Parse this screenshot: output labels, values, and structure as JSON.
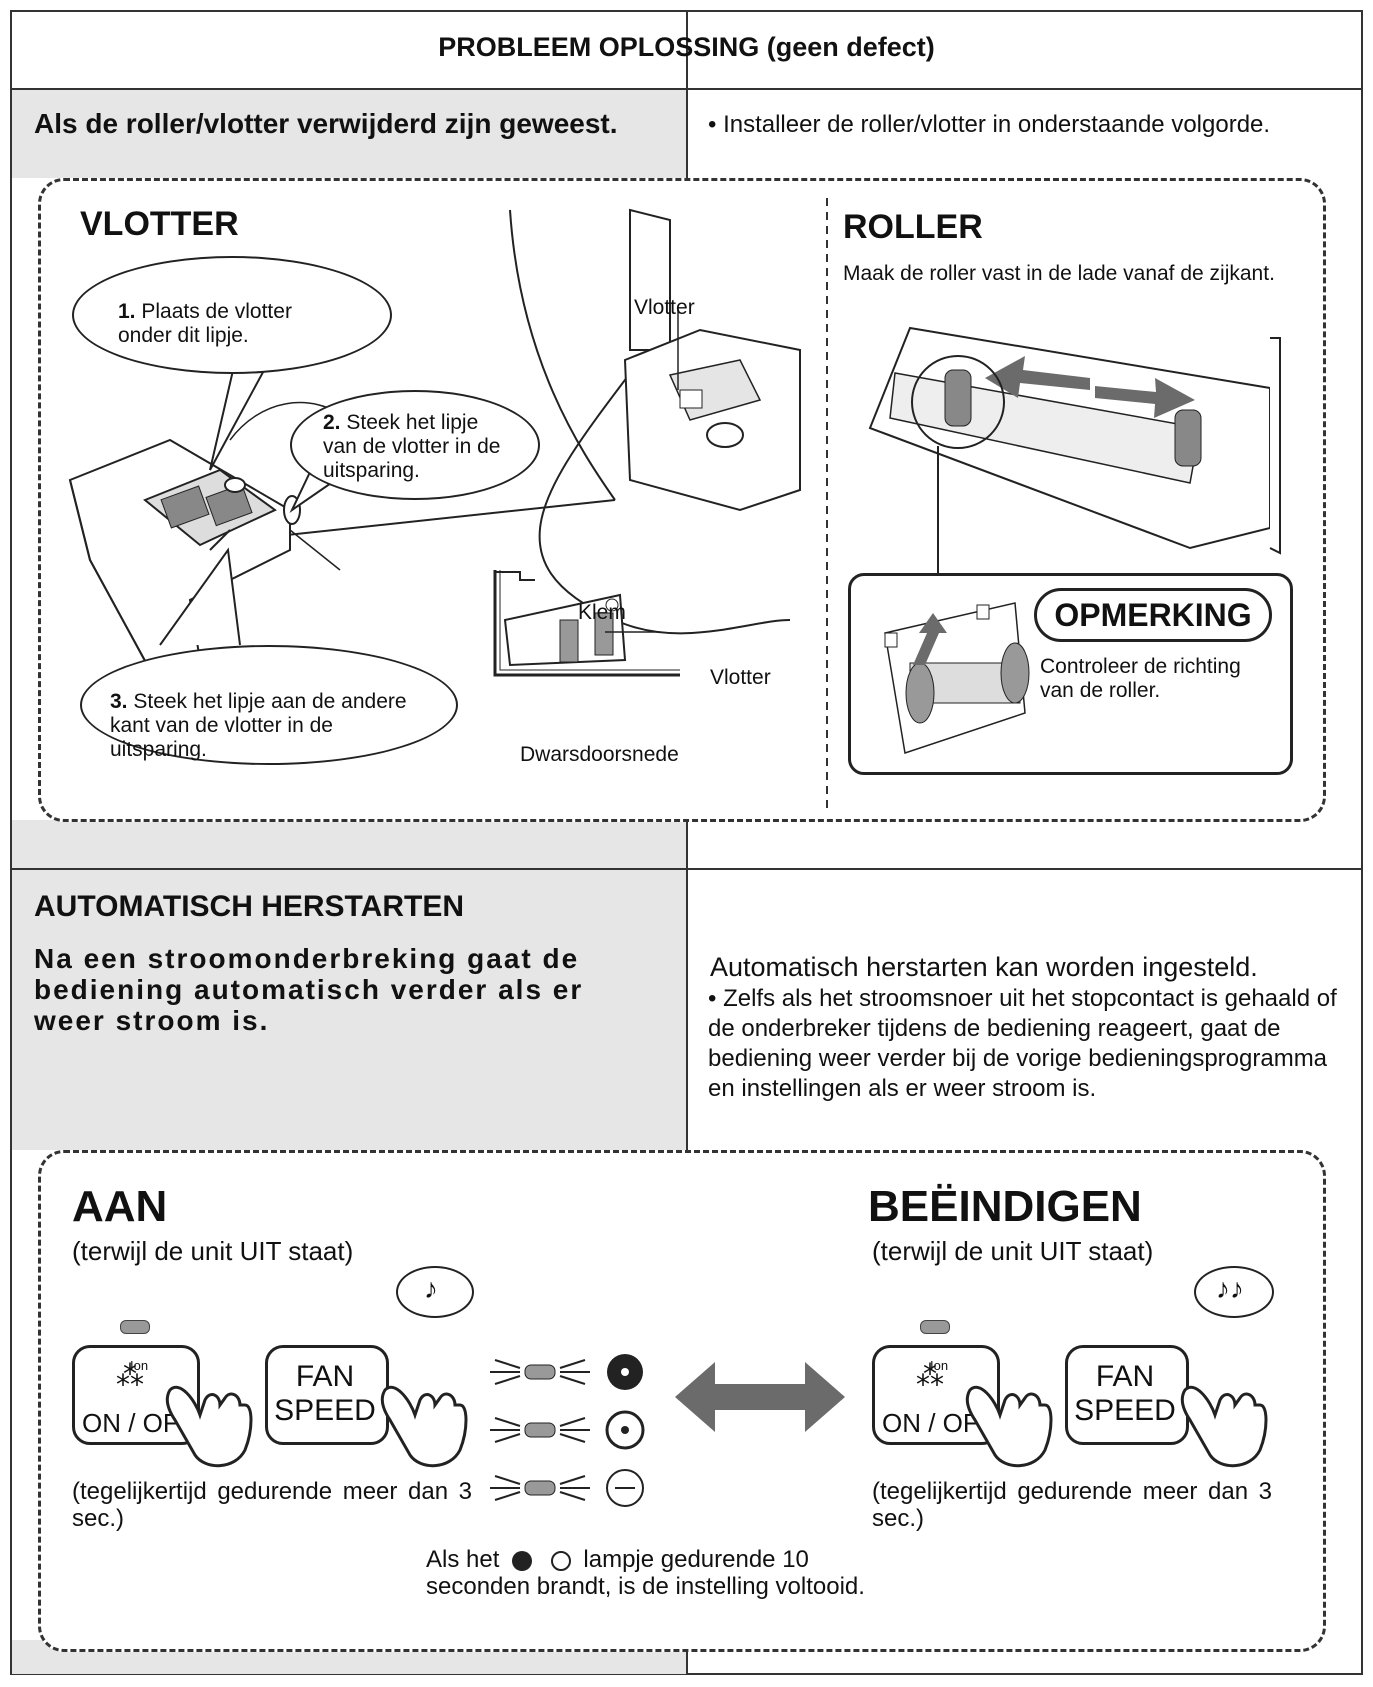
{
  "header": {
    "title": "PROBLEEM OPLOSSING (geen defect)"
  },
  "section1": {
    "left_heading": "Als de roller/vlotter verwijderd zijn geweest.",
    "right_text": "• Installeer de roller/vlotter in onderstaande volgorde."
  },
  "vlotter": {
    "title": "VLOTTER",
    "step1_num": "1.",
    "step1_text": "Plaats de vlotter onder dit lipje.",
    "step2_num": "2.",
    "step2_text": "Steek het lipje van de vlotter in de uitsparing.",
    "step3_num": "3.",
    "step3_text": "Steek het lipje aan de andere kant van de vlotter in de uitsparing.",
    "label_vlotter_top": "Vlotter",
    "label_klem": "Klem",
    "label_vlotter_section": "Vlotter",
    "label_cross_section": "Dwarsdoorsnede"
  },
  "roller": {
    "title": "ROLLER",
    "description": "Maak de roller vast in de lade vanaf de zijkant.",
    "note_title": "OPMERKING",
    "note_text": "Controleer de richting van de roller."
  },
  "auto_restart": {
    "title": "AUTOMATISCH HERSTARTEN",
    "left_text": "Na een stroomonderbreking gaat de bediening automatisch verder als er weer stroom is.",
    "right_title": "Automatisch herstarten kan worden ingesteld.",
    "right_bullet": "•",
    "right_text": "Zelfs als het stroomsnoer uit het stopcontact is gehaald of de onderbreker tijdens de bediening reageert, gaat de bediening weer verder bij de vorige bedieningsprogramma en instellingen als er weer stroom is."
  },
  "on_panel": {
    "title": "AAN",
    "subtitle": "(terwijl de unit UIT staat)",
    "onoff_label": "ON / OFF",
    "ion_label": "Ion",
    "fan_label_1": "FAN",
    "fan_label_2": "SPEED",
    "hold_text": "(tegelijkertijd gedurende meer dan 3 sec.)",
    "beep": "♪"
  },
  "off_panel": {
    "title": "BEËINDIGEN",
    "subtitle": "(terwijl de unit UIT staat)",
    "onoff_label": "ON / OFF",
    "ion_label": "Ion",
    "fan_label_1": "FAN",
    "fan_label_2": "SPEED",
    "hold_text": "(tegelijkertijd gedurende meer dan 3 sec.)",
    "beep": "♪♪"
  },
  "footer_note": {
    "line1_a": "Als het",
    "line1_b": "lampje gedurende 10",
    "line2": "seconden brandt, is de instelling voltooid."
  },
  "colors": {
    "panel_gray": "#e6e6e6",
    "arrow_gray": "#6b6b6b",
    "line": "#222222"
  }
}
